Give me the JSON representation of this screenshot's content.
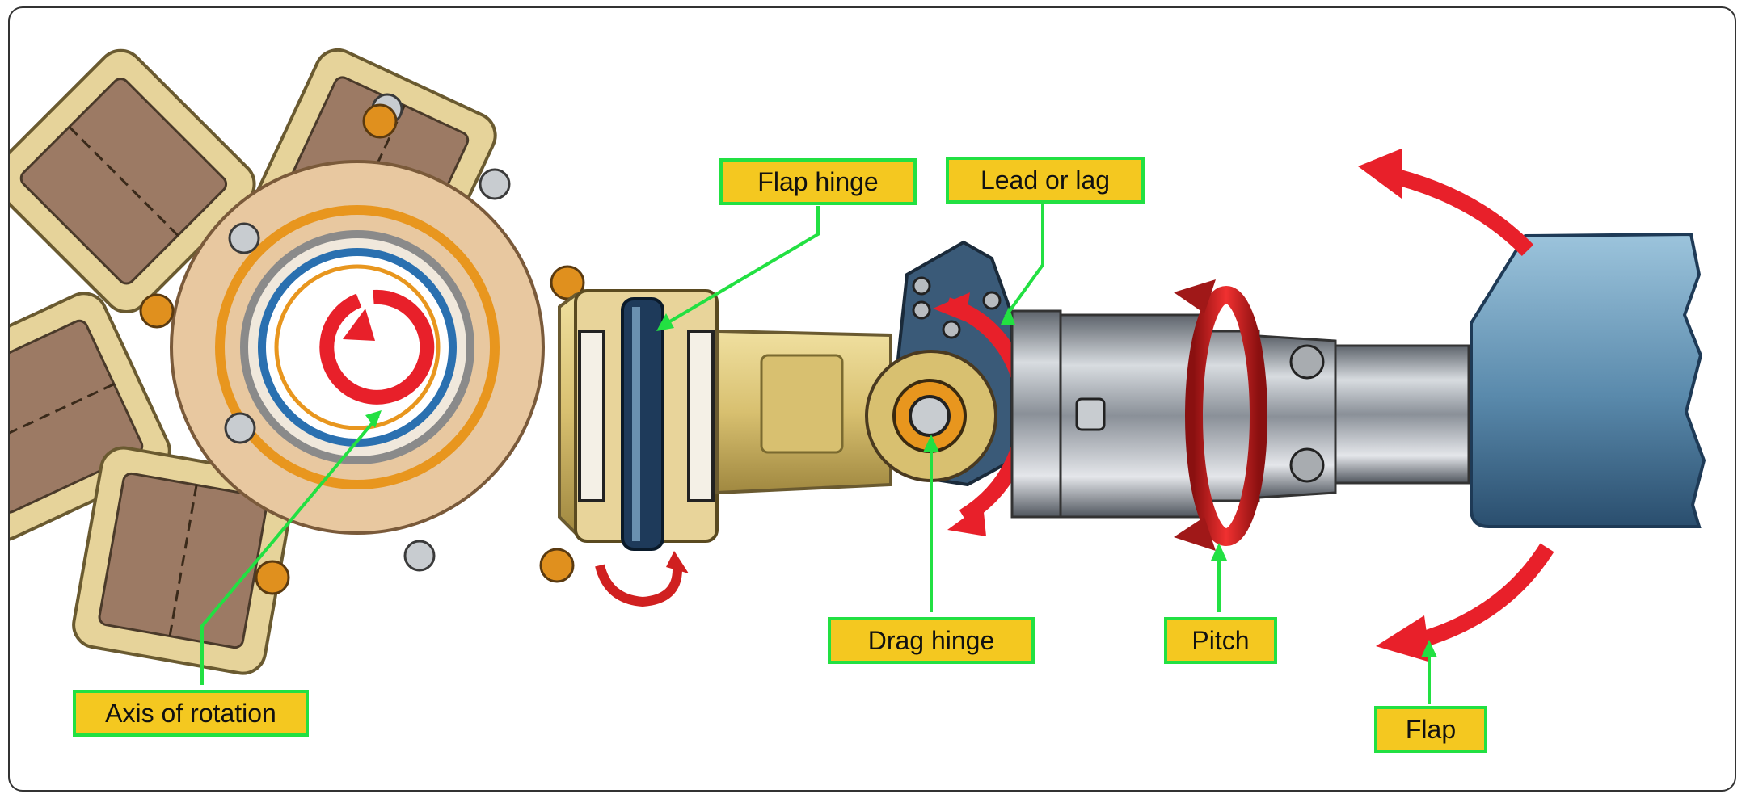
{
  "labels": {
    "flap_hinge": "Flap hinge",
    "lead_or_lag": "Lead or lag",
    "axis_of_rotation": "Axis of rotation",
    "drag_hinge": "Drag hinge",
    "pitch": "Pitch",
    "flap": "Flap"
  },
  "colors": {
    "callout_fill": "#f4c820",
    "callout_border": "#22e042",
    "leader_line": "#22e042",
    "motion_arrow": "#e8202a",
    "hub_tan": "#e8c898",
    "grip_gold": "#d8c070",
    "blade_blue": "#4a7aa0",
    "sleeve_steel": "#9aa0a8"
  }
}
